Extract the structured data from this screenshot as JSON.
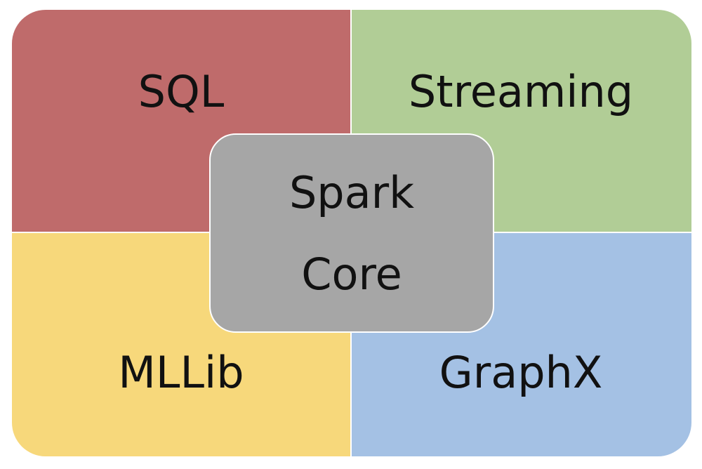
{
  "diagram": {
    "quadrants": {
      "top_left": {
        "label": "SQL",
        "color": "#bf6b6b"
      },
      "top_right": {
        "label": "Streaming",
        "color": "#b1cd96"
      },
      "bottom_left": {
        "label": "MLLib",
        "color": "#f7d87b"
      },
      "bottom_right": {
        "label": "GraphX",
        "color": "#a4c1e4"
      }
    },
    "center": {
      "line1": "Spark",
      "line2": "Core",
      "color": "#a6a6a6"
    }
  }
}
